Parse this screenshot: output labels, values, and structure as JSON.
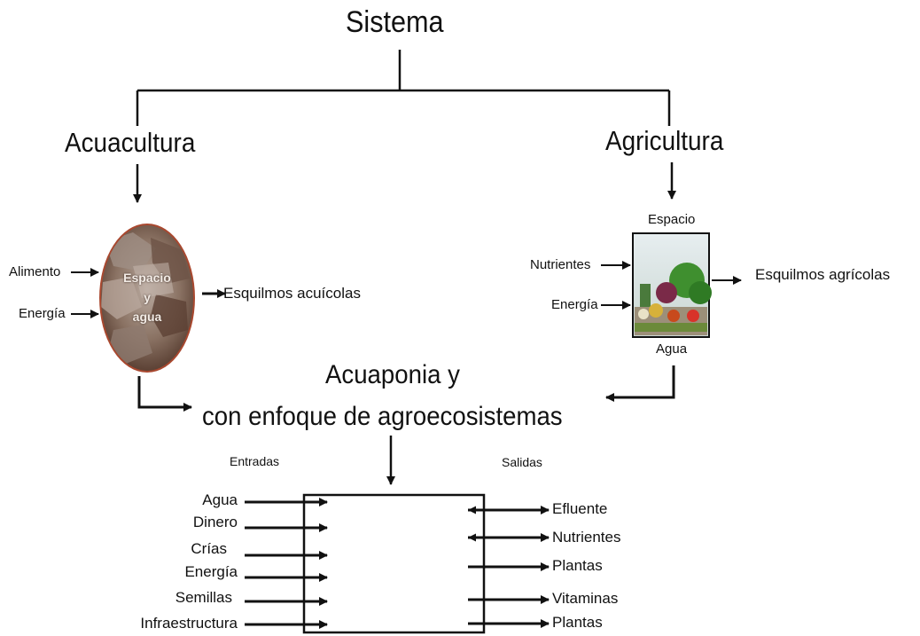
{
  "title": "Sistema",
  "acuacultura": {
    "title": "Acuacultura",
    "inputs": [
      "Alimento",
      "Energía"
    ],
    "center_lines": [
      "Espacio",
      "y",
      "agua"
    ],
    "output": "Esquilmos acuícolas"
  },
  "agricultura": {
    "title": "Agricultura",
    "top_label": "Espacio",
    "bottom_label": "Agua",
    "inputs": [
      "Nutrientes",
      "Energía"
    ],
    "output": "Esquilmos agrícolas"
  },
  "acuaponia": {
    "title_line1": "Acuaponia y",
    "title_line2": "con enfoque de agroecosistemas",
    "entradas_label": "Entradas",
    "salidas_label": "Salidas",
    "entradas": [
      "Agua",
      "Dinero",
      "Crías",
      "Energía",
      "Semillas",
      "Infraestructura"
    ],
    "salidas": [
      "Efluente",
      "Nutrientes",
      "Plantas",
      "Vitaminas",
      "Plantas"
    ]
  },
  "colors": {
    "line": "#111111",
    "ellipse_border": "#8a3a26",
    "ellipse_fill": "#7a5c4a"
  }
}
